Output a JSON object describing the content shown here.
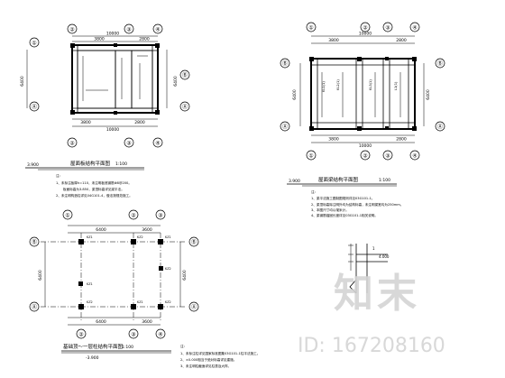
{
  "plan_top_left": {
    "title": "屋面板结构平面图",
    "scale": "1:100",
    "elev": "3.900",
    "dim_top_segments": [
      "3800",
      "2800"
    ],
    "dim_top_total": "10000",
    "dim_bottom_segments": [
      "3800",
      "2800"
    ],
    "dim_bottom_total": "10000",
    "dim_side": "6400",
    "grid_top": [
      "①",
      "②",
      "③",
      "④"
    ],
    "grid_side": [
      "Ⓑ",
      "Ⓐ"
    ],
    "notes": [
      "注：",
      "1、未标注板厚h=110，未注明板底钢筋Φ8@200。",
      "板面标高为3.850，梁顶标高详见梁平法。",
      "2、未注明构造柱详见04G101-4，做法按规范施工。"
    ]
  },
  "plan_top_right": {
    "title": "屋面梁结构平面图",
    "scale": "1:100",
    "elev": "3.900",
    "dim_top_segments": [
      "3800",
      "2800"
    ],
    "dim_top_total": "10000",
    "dim_bottom_segments": [
      "3800",
      "2800"
    ],
    "dim_bottom_total": "10000",
    "dim_side": "6400",
    "grid_top": [
      "①",
      "②",
      "③",
      "④"
    ],
    "grid_side": [
      "Ⓑ",
      "Ⓐ"
    ],
    "beam_labels": [
      "KL1(1)",
      "KL2(1)",
      "KL3(1)",
      "L1(1)"
    ],
    "notes": [
      "注：",
      "1、梁平法施工图制图规则详见03G101-1。",
      "2、梁顶标高除注明外均为结构标高，未注明梁宽均为250mm。",
      "3、本图尺寸均以毫米计。",
      "4、梁钢筋锚固长度详见03G101-1相关说明。"
    ]
  },
  "plan_bottom_left": {
    "title": "基础顶～一层柱结构平面图",
    "scale": "1:100",
    "elev": "-3.900",
    "dim_top_segments": [
      "6400",
      "3600"
    ],
    "dim_bottom_segments": [
      "6400",
      "3600"
    ],
    "dim_side": "6400",
    "grid_top": [
      "①",
      "②",
      "③",
      "④"
    ],
    "grid_side": [
      "Ⓑ",
      "Ⓐ"
    ],
    "column_labels": [
      "KZ1",
      "KZ2",
      "KZ1",
      "KZ2",
      "KZ1",
      "KZ2",
      "KZ1",
      "KZ2"
    ],
    "notes": [
      "注：",
      "1、未标注柱详见国家标准图集03G101-1柱平法施工。",
      "2、±0.000相当于绝对标高详见建施。",
      "3、未注明柱截面详见柱表及大样。"
    ]
  },
  "detail": {
    "label": "4.000",
    "elev_mark": "1"
  },
  "watermark": {
    "brand": "知末",
    "id": "ID: 167208160"
  }
}
